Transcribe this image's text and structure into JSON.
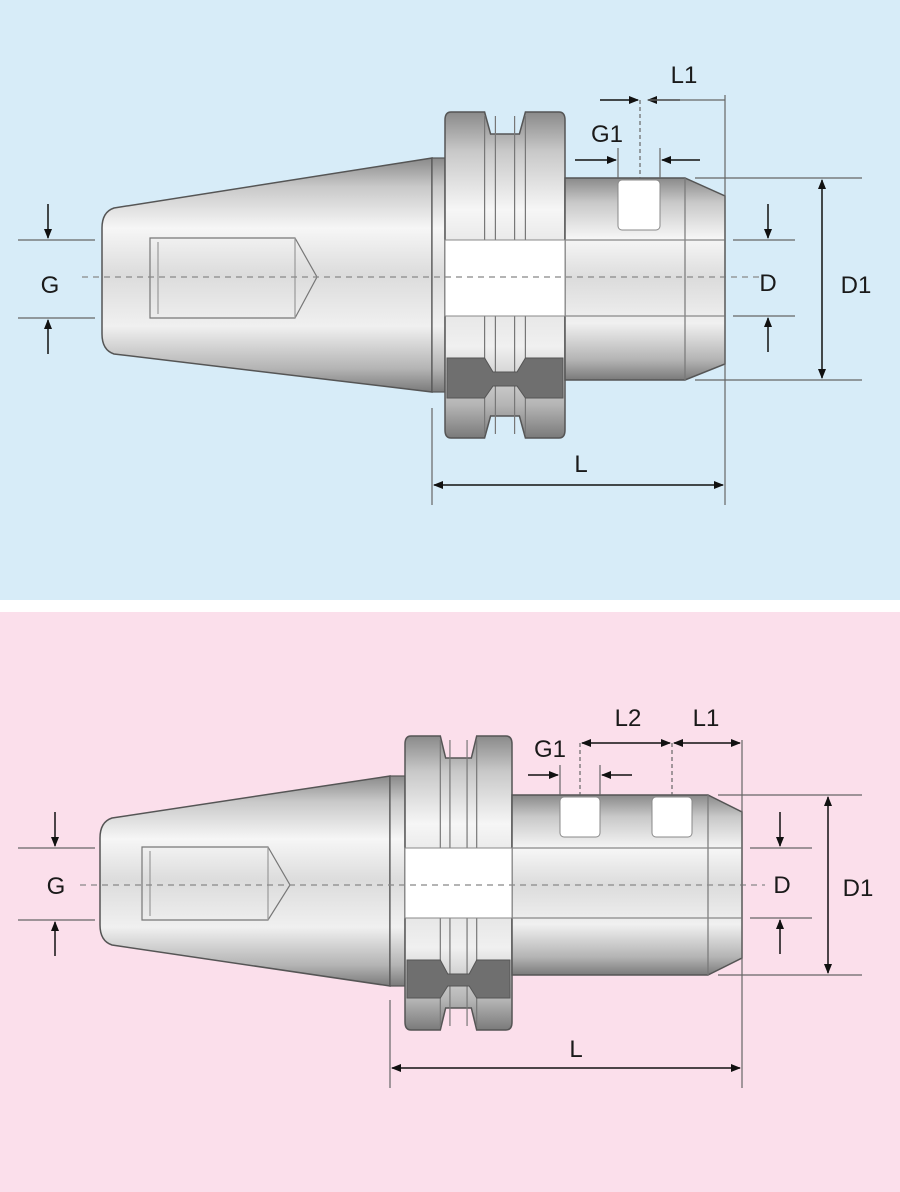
{
  "colors": {
    "top_background": "#d7ecf8",
    "bottom_background": "#fbdfeb",
    "metal_dark": "#6e6e6e",
    "metal_light": "#f4f4f4"
  },
  "diagrams": [
    {
      "name": "single-setscrew-holder",
      "labels": {
        "G": "G",
        "G1": "G1",
        "L1": "L1",
        "D": "D",
        "D1": "D1",
        "L": "L"
      }
    },
    {
      "name": "double-setscrew-holder",
      "labels": {
        "G": "G",
        "G1": "G1",
        "L1": "L1",
        "L2": "L2",
        "D": "D",
        "D1": "D1",
        "L": "L"
      }
    }
  ]
}
